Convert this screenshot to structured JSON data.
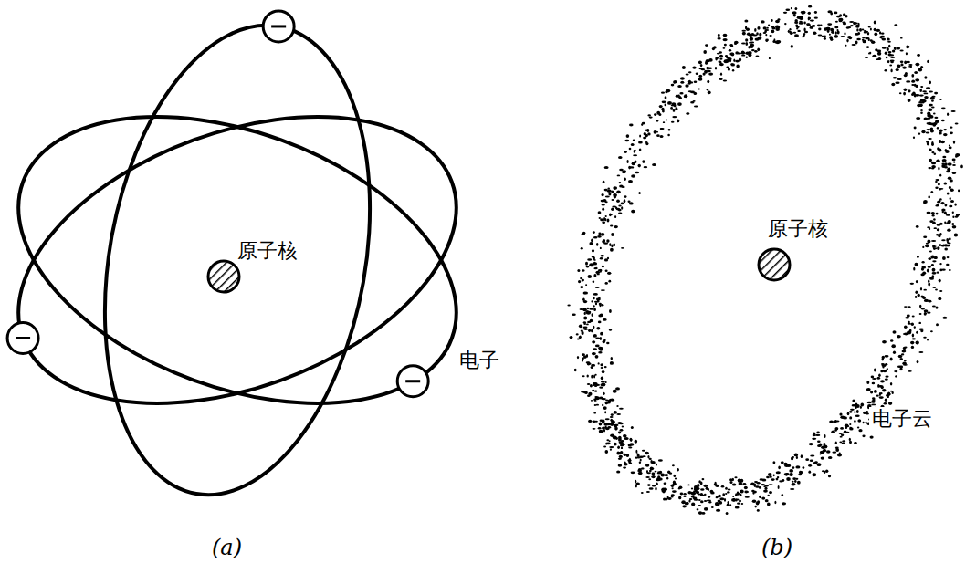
{
  "diagram": {
    "labels": [
      "原子核",
      "电子",
      "(a)",
      "原子核",
      "电子云",
      "(b)"
    ]
  }
}
